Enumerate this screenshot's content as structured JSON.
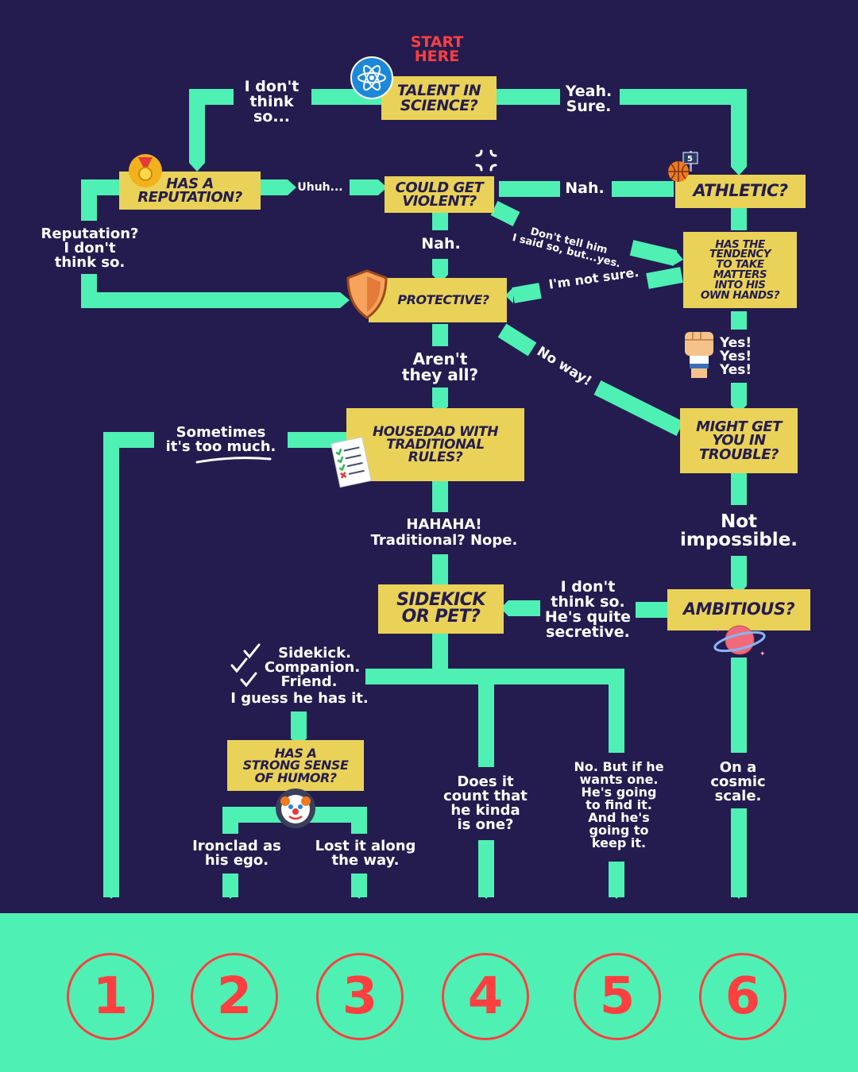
{
  "start_label": [
    "START",
    "HERE"
  ],
  "nodes": {
    "talent": [
      "TALENT IN",
      "SCIENCE?"
    ],
    "reputation": [
      "HAS A",
      "REPUTATION?"
    ],
    "violent": [
      "COULD GET",
      "VIOLENT?"
    ],
    "athletic": [
      "ATHLETIC?"
    ],
    "tendency": [
      "HAS THE",
      "TENDENCY",
      "TO TAKE",
      "MATTERS",
      "INTO HIS",
      "OWN HANDS?"
    ],
    "protective": [
      "PROTECTIVE?"
    ],
    "housedad": [
      "HOUSEDAD WITH",
      "TRADITIONAL",
      "RULES?"
    ],
    "trouble": [
      "MIGHT GET",
      "YOU IN",
      "TROUBLE?"
    ],
    "sidekick": [
      "SIDEKICK",
      "OR PET?"
    ],
    "ambitious": [
      "AMBITIOUS?"
    ],
    "humor": [
      "HAS A",
      "STRONG SENSE",
      "OF HUMOR?"
    ]
  },
  "edge_labels": {
    "dont_think_so": [
      "I don't",
      "think",
      "so..."
    ],
    "yeah_sure": [
      "Yeah.",
      "Sure."
    ],
    "uhuh": [
      "Uhuh..."
    ],
    "nah_athletic": [
      "Nah."
    ],
    "reputation_no": [
      "Reputation?",
      "I don't",
      "think so."
    ],
    "dont_tell_him": [
      "Don't tell him",
      "I said so, but...yes."
    ],
    "nah_violent": [
      "Nah."
    ],
    "not_sure": [
      "I'm not sure."
    ],
    "yes_yes": [
      "Yes!",
      "Yes!",
      "Yes!"
    ],
    "arent_they": [
      "Aren't",
      "they all?"
    ],
    "no_way": [
      "No way!"
    ],
    "sometimes": [
      "Sometimes",
      "it's too much."
    ],
    "hahaha": [
      "HAHAHA!",
      "Traditional? Nope."
    ],
    "not_impossible": [
      "Not",
      "impossible."
    ],
    "secretive": [
      "I don't",
      "think so.",
      "He's quite",
      "secretive."
    ],
    "sidekick_yes": [
      "Sidekick.",
      "Companion.",
      "Friend.",
      "I guess he has it."
    ],
    "ironclad": [
      "Ironclad as",
      "his ego."
    ],
    "lost_it": [
      "Lost it along",
      "the way."
    ],
    "kinda": [
      "Does it",
      "count that",
      "he kinda",
      "is one?"
    ],
    "no_but": [
      "No. But if he",
      "wants one.",
      "He's going",
      "to find it.",
      "And he's",
      "going to",
      "keep it."
    ],
    "cosmic": [
      "On a",
      "cosmic",
      "scale."
    ]
  },
  "results": [
    "1",
    "2",
    "3",
    "4",
    "5",
    "6"
  ],
  "icons": [
    "atom-icon",
    "medal-icon",
    "anger-icon",
    "basketball-icon",
    "shield-icon",
    "fist-icon",
    "checklist-icon",
    "planet-icon",
    "clown-icon"
  ],
  "colors": {
    "background": "#241c4f",
    "connector": "#4ff0b4",
    "box": "#e9d257",
    "box_text": "#241c4f",
    "accent": "#ff3f3f",
    "text": "#ffffff"
  }
}
